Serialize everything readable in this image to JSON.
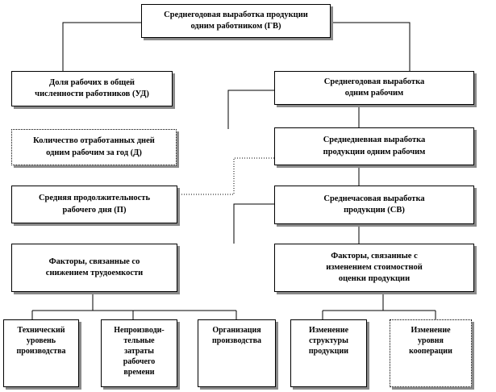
{
  "diagram": {
    "top": "Среднегодовая выработка продукции\nодним работником (ГВ)",
    "share": "Доля рабочих в общей\nчисленности работников (УД)",
    "worker_year": "Среднегодовая выработка\nодним рабочим",
    "days": "Количество отработанных дней\nодним рабочим за год (Д)",
    "daily": "Среднедневная выработка\nпродукции одним рабочим",
    "duration": "Средняя продолжительность\nрабочего дня (П)",
    "hourly": "Среднечасовая выработка\nпродукции (СВ)",
    "labor_factors": "Факторы, связанные со\nснижением трудоемкости",
    "value_factors": "Факторы, связанные с\nизменением стоимостной\nоценки продукции",
    "tech": "Технический\nуровень\nпроизводства",
    "waste": "Непроизводи-\nтельные\nзатраты\nрабочего\nвремени",
    "org": "Организация\nпроизводства",
    "structure": "Изменение\nструктуры\nпродукции",
    "coop": "Изменение\nуровня\nкооперации"
  }
}
